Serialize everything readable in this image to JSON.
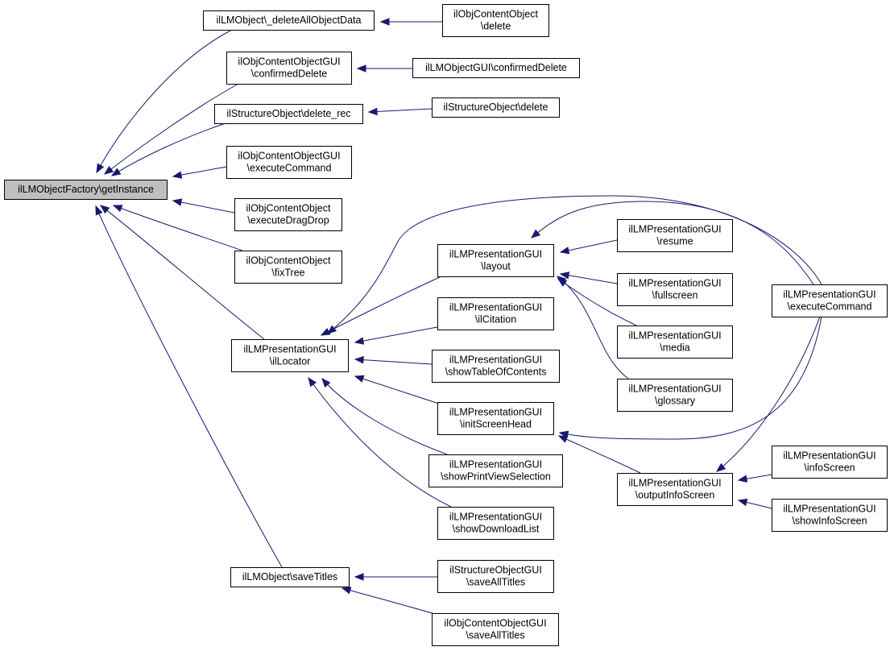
{
  "graph": {
    "colors": {
      "edge": "#191970",
      "root_fill": "#bfbfbf",
      "node_fill": "#ffffff",
      "node_border": "#000000"
    },
    "nodes": [
      {
        "id": "root",
        "lines": [
          "ilLMObjectFactory\\getInstance"
        ],
        "root": true
      },
      {
        "id": "lmobj_delete_all",
        "lines": [
          "ilLMObject\\_deleteAllObjectData"
        ]
      },
      {
        "id": "objcontent_delete",
        "lines": [
          "ilObjContentObject",
          "\\delete"
        ]
      },
      {
        "id": "objcontentgui_confirmed",
        "lines": [
          "ilObjContentObjectGUI",
          "\\confirmedDelete"
        ]
      },
      {
        "id": "lmobjgui_confirmed",
        "lines": [
          "ilLMObjectGUI\\confirmedDelete"
        ]
      },
      {
        "id": "structobj_delete_rec",
        "lines": [
          "ilStructureObject\\delete_rec"
        ]
      },
      {
        "id": "structobj_delete",
        "lines": [
          "ilStructureObject\\delete"
        ]
      },
      {
        "id": "objcontentgui_exec",
        "lines": [
          "ilObjContentObjectGUI",
          "\\executeCommand"
        ]
      },
      {
        "id": "objcontent_dragdrop",
        "lines": [
          "ilObjContentObject",
          "\\executeDragDrop"
        ]
      },
      {
        "id": "objcontent_fixtree",
        "lines": [
          "ilObjContentObject",
          "\\fixTree"
        ]
      },
      {
        "id": "lmpres_locator",
        "lines": [
          "ilLMPresentationGUI",
          "\\ilLocator"
        ]
      },
      {
        "id": "lmpres_layout",
        "lines": [
          "ilLMPresentationGUI",
          "\\layout"
        ]
      },
      {
        "id": "lmpres_citation",
        "lines": [
          "ilLMPresentationGUI",
          "\\ilCitation"
        ]
      },
      {
        "id": "lmpres_toc",
        "lines": [
          "ilLMPresentationGUI",
          "\\showTableOfContents"
        ]
      },
      {
        "id": "lmpres_initscreen",
        "lines": [
          "ilLMPresentationGUI",
          "\\initScreenHead"
        ]
      },
      {
        "id": "lmpres_printview",
        "lines": [
          "ilLMPresentationGUI",
          "\\showPrintViewSelection"
        ]
      },
      {
        "id": "lmpres_download",
        "lines": [
          "ilLMPresentationGUI",
          "\\showDownloadList"
        ]
      },
      {
        "id": "lmpres_resume",
        "lines": [
          "ilLMPresentationGUI",
          "\\resume"
        ]
      },
      {
        "id": "lmpres_fullscreen",
        "lines": [
          "ilLMPresentationGUI",
          "\\fullscreen"
        ]
      },
      {
        "id": "lmpres_media",
        "lines": [
          "ilLMPresentationGUI",
          "\\media"
        ]
      },
      {
        "id": "lmpres_glossary",
        "lines": [
          "ilLMPresentationGUI",
          "\\glossary"
        ]
      },
      {
        "id": "lmpres_exec",
        "lines": [
          "ilLMPresentationGUI",
          "\\executeCommand"
        ]
      },
      {
        "id": "lmpres_outputinfo",
        "lines": [
          "ilLMPresentationGUI",
          "\\outputInfoScreen"
        ]
      },
      {
        "id": "lmpres_infoscreen",
        "lines": [
          "ilLMPresentationGUI",
          "\\infoScreen"
        ]
      },
      {
        "id": "lmpres_showinfo",
        "lines": [
          "ilLMPresentationGUI",
          "\\showInfoScreen"
        ]
      },
      {
        "id": "lmobj_savetitles",
        "lines": [
          "ilLMObject\\saveTitles"
        ]
      },
      {
        "id": "structgui_saveall",
        "lines": [
          "ilStructureObjectGUI",
          "\\saveAllTitles"
        ]
      },
      {
        "id": "objcontentgui_saveall",
        "lines": [
          "ilObjContentObjectGUI",
          "\\saveAllTitles"
        ]
      }
    ],
    "edges": [
      {
        "from": "lmobj_delete_all",
        "to": "root"
      },
      {
        "from": "objcontent_delete",
        "to": "lmobj_delete_all"
      },
      {
        "from": "objcontentgui_confirmed",
        "to": "root"
      },
      {
        "from": "lmobjgui_confirmed",
        "to": "objcontentgui_confirmed"
      },
      {
        "from": "structobj_delete_rec",
        "to": "root"
      },
      {
        "from": "structobj_delete",
        "to": "structobj_delete_rec"
      },
      {
        "from": "objcontentgui_exec",
        "to": "root"
      },
      {
        "from": "objcontent_dragdrop",
        "to": "root"
      },
      {
        "from": "objcontent_fixtree",
        "to": "root"
      },
      {
        "from": "lmpres_locator",
        "to": "root"
      },
      {
        "from": "lmpres_layout",
        "to": "lmpres_locator"
      },
      {
        "from": "lmpres_exec",
        "to": "lmpres_locator"
      },
      {
        "from": "lmpres_citation",
        "to": "lmpres_locator"
      },
      {
        "from": "lmpres_toc",
        "to": "lmpres_locator"
      },
      {
        "from": "lmpres_initscreen",
        "to": "lmpres_locator"
      },
      {
        "from": "lmpres_printview",
        "to": "lmpres_locator"
      },
      {
        "from": "lmpres_download",
        "to": "lmpres_locator"
      },
      {
        "from": "lmpres_exec",
        "to": "lmpres_layout"
      },
      {
        "from": "lmpres_resume",
        "to": "lmpres_layout"
      },
      {
        "from": "lmpres_fullscreen",
        "to": "lmpres_layout"
      },
      {
        "from": "lmpres_media",
        "to": "lmpres_layout"
      },
      {
        "from": "lmpres_glossary",
        "to": "lmpres_layout"
      },
      {
        "from": "lmpres_exec",
        "to": "lmpres_initscreen"
      },
      {
        "from": "lmpres_outputinfo",
        "to": "lmpres_initscreen"
      },
      {
        "from": "lmpres_exec",
        "to": "lmpres_outputinfo"
      },
      {
        "from": "lmpres_infoscreen",
        "to": "lmpres_outputinfo"
      },
      {
        "from": "lmpres_showinfo",
        "to": "lmpres_outputinfo"
      },
      {
        "from": "lmobj_savetitles",
        "to": "root"
      },
      {
        "from": "structgui_saveall",
        "to": "lmobj_savetitles"
      },
      {
        "from": "objcontentgui_saveall",
        "to": "lmobj_savetitles"
      }
    ]
  }
}
